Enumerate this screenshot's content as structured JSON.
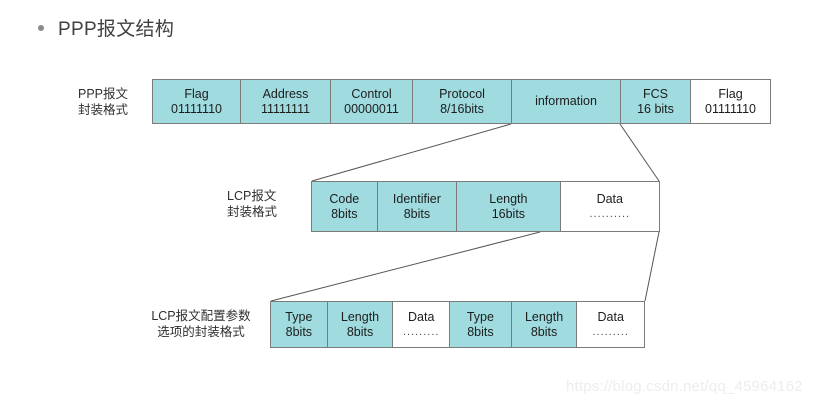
{
  "slide": {
    "bullet_icon": "bullet-dot-icon",
    "title": "PPP报文结构"
  },
  "colors": {
    "cell_fill": "#9fdbdf",
    "cell_plain": "#ffffff",
    "border": "#7b7b7b",
    "connector": "#555555",
    "text": "#1d1d1d",
    "watermark": "#ededed"
  },
  "rows": [
    {
      "name": "ppp-frame",
      "label_line1": "PPP报文",
      "label_line2": "封装格式",
      "cells": [
        {
          "line1": "Flag",
          "line2": "01111110",
          "fill": true
        },
        {
          "line1": "Address",
          "line2": "11111111",
          "fill": true
        },
        {
          "line1": "Control",
          "line2": "00000011",
          "fill": true
        },
        {
          "line1": "Protocol",
          "line2": "8/16bits",
          "fill": true
        },
        {
          "line1": "information",
          "line2": "",
          "fill": true
        },
        {
          "line1": "FCS",
          "line2": "16 bits",
          "fill": true
        },
        {
          "line1": "Flag",
          "line2": "01111110",
          "fill": false
        }
      ]
    },
    {
      "name": "lcp-frame",
      "label_line1": "LCP报文",
      "label_line2": "封装格式",
      "cells": [
        {
          "line1": "Code",
          "line2": "8bits",
          "fill": true
        },
        {
          "line1": "Identifier",
          "line2": "8bits",
          "fill": true
        },
        {
          "line1": "Length",
          "line2": "16bits",
          "fill": true
        },
        {
          "line1": "Data",
          "line2": "..........",
          "fill": false
        }
      ]
    },
    {
      "name": "lcp-option-frame",
      "label_line1": "LCP报文配置参数",
      "label_line2": "选项的封装格式",
      "cells": [
        {
          "line1": "Type",
          "line2": "8bits",
          "fill": true
        },
        {
          "line1": "Length",
          "line2": "8bits",
          "fill": true
        },
        {
          "line1": "Data",
          "line2": ".........",
          "fill": false
        },
        {
          "line1": "Type",
          "line2": "8bits",
          "fill": true
        },
        {
          "line1": "Length",
          "line2": "8bits",
          "fill": true
        },
        {
          "line1": "Data",
          "line2": ".........",
          "fill": false
        }
      ]
    }
  ],
  "watermark": "https://blog.csdn.net/qq_45964162"
}
